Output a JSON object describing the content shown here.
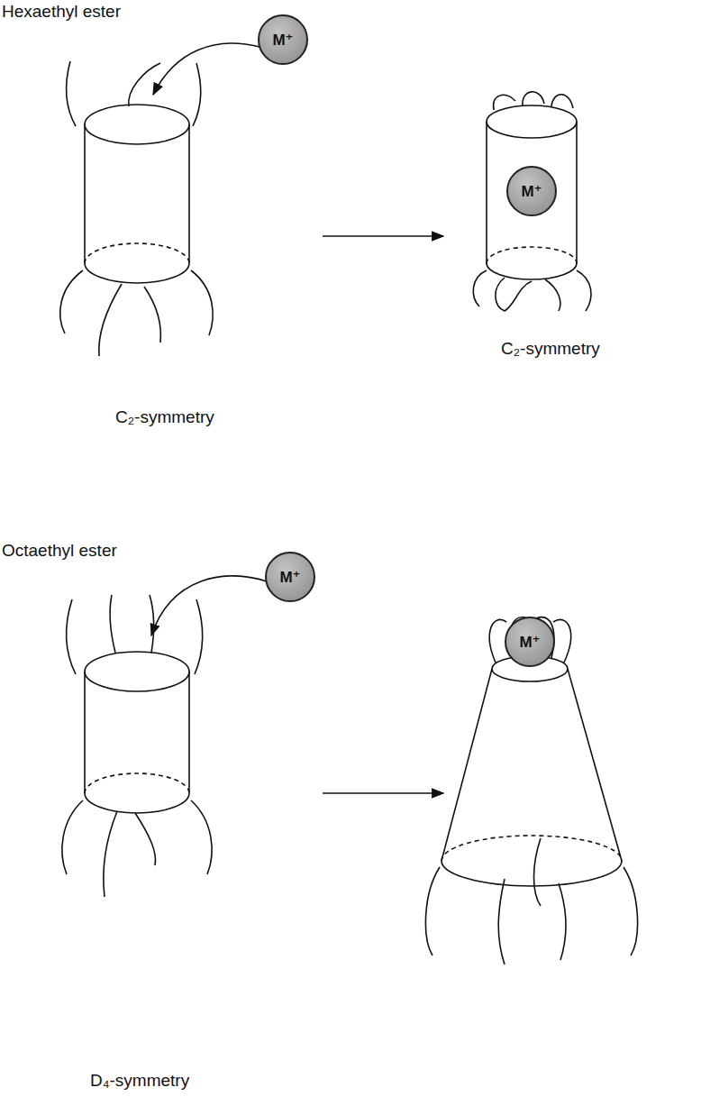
{
  "diagram": {
    "nodes": [
      {
        "text": [
          "M⁺"
        ]
      },
      {
        "text": [
          "M⁺"
        ]
      },
      {
        "text": [
          "M⁺"
        ]
      },
      {
        "text": [
          "M⁺"
        ]
      }
    ],
    "labels": [
      "Hexaethyl ester",
      "C₂-symmetry",
      "C₂-symmetry",
      "Octaethyl ester",
      "D₄-symmetry"
    ]
  }
}
